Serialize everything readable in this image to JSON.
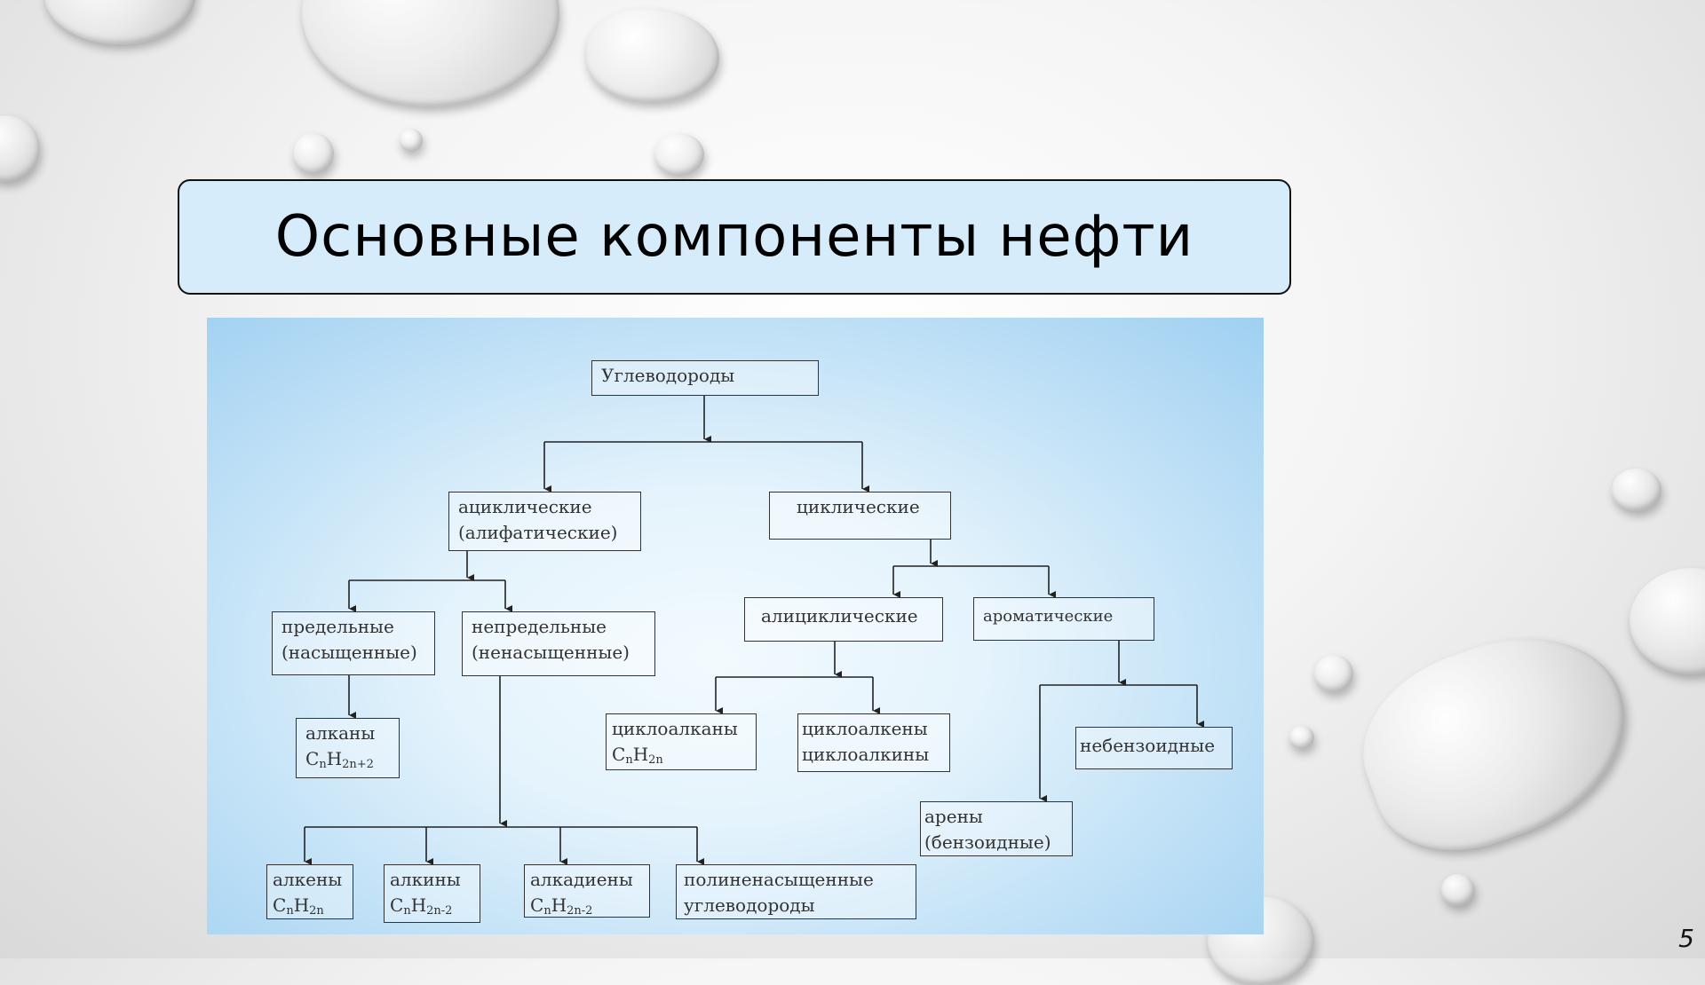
{
  "slide": {
    "title": "Основные компоненты нефти",
    "page_number": "5"
  },
  "diagram": {
    "nodes": {
      "root": "Углеводороды",
      "acyclic_1": "ациклические",
      "acyclic_2": "(алифатические)",
      "cyclic": "циклические",
      "saturated_1": "предельные",
      "saturated_2": "(насыщенные)",
      "unsaturated_1": "непредельные",
      "unsaturated_2": "(ненасыщенные)",
      "alicyclic": "алициклические",
      "aromatic": "ароматические",
      "alkanes": "алканы",
      "alkanes_formula": {
        "c": "C",
        "n": "n",
        "h": "H",
        "sub": "2n+2"
      },
      "cycloalkanes": "циклоалканы",
      "cycloalkanes_formula": {
        "c": "C",
        "n": "n",
        "h": "H",
        "sub": "2n"
      },
      "cycloalkenes_1": "циклоалкены",
      "cycloalkenes_2": "циклоалкины",
      "nonbenzenoid": "небензоидные",
      "arenes_1": "арены",
      "arenes_2": "(бензоидные)",
      "alkenes": "алкены",
      "alkenes_formula": {
        "c": "C",
        "n": "n",
        "h": "H",
        "sub": "2n"
      },
      "alkynes": "алкины",
      "alkynes_formula": {
        "c": "C",
        "n": "n",
        "h": "H",
        "sub": "2n-2"
      },
      "alkadienes": "алкадиены",
      "alkadienes_formula": {
        "c": "C",
        "n": "n",
        "h": "H",
        "sub": "2n-2"
      },
      "polyunsaturated_1": "полиненасыщенные",
      "polyunsaturated_2": "углеводороды"
    }
  }
}
